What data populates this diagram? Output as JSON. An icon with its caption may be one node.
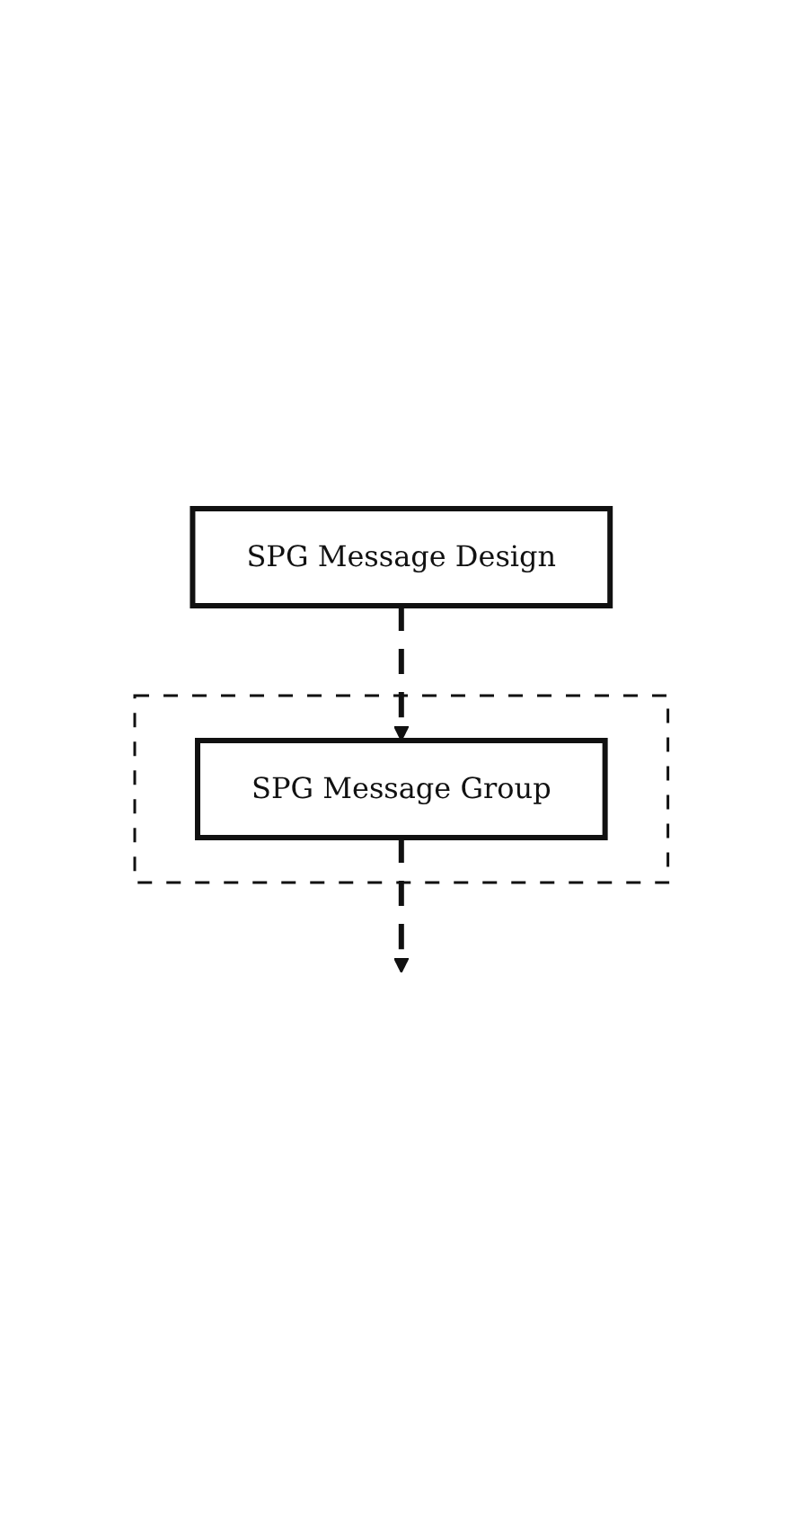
{
  "diagram": {
    "nodes": [
      {
        "text": [
          "SPG Message Design"
        ]
      },
      {
        "text": [],
        "shape": "box"
      },
      {
        "text": [
          "SPG Message Group"
        ],
        "in": 1
      }
    ],
    "edges": [
      {
        "from": 0,
        "to": 2,
        "arrow": "to",
        "style": "dashed"
      },
      {
        "from": 2,
        "to": null,
        "arrow": "to",
        "style": "dashed"
      }
    ]
  }
}
